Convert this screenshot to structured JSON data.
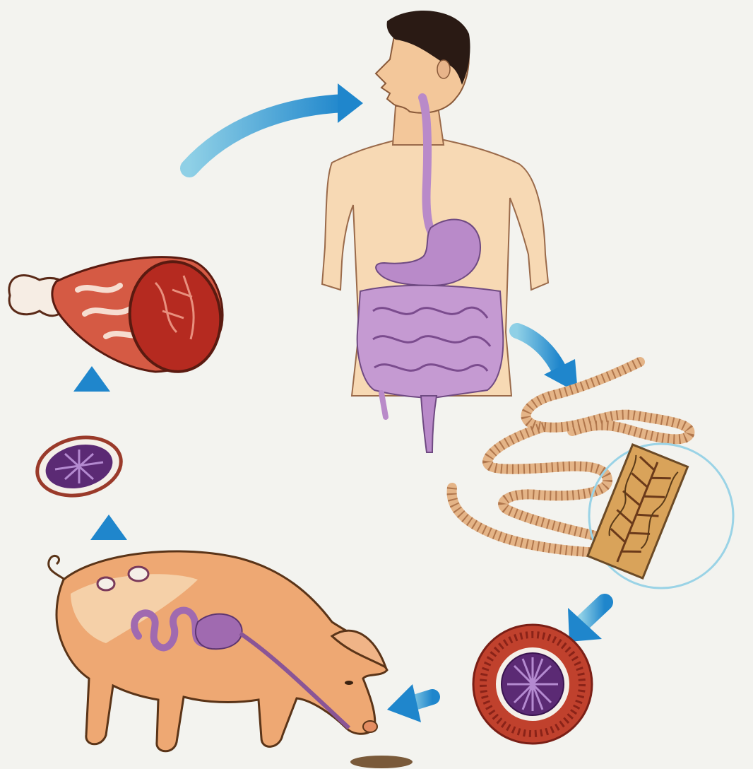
{
  "diagram": {
    "type": "life-cycle",
    "text_labels": [],
    "stages": [
      {
        "id": "human-host",
        "icon": "human-torso-with-digestive-tract"
      },
      {
        "id": "adult-tapeworm",
        "icon": "segmented-worm-with-magnified-proglottid"
      },
      {
        "id": "egg",
        "icon": "ringed-egg"
      },
      {
        "id": "pig-host",
        "icon": "pig-with-digestive-tract"
      },
      {
        "id": "cysticercus",
        "icon": "oval-cyst"
      },
      {
        "id": "pork-meat",
        "icon": "ham-leg"
      }
    ],
    "flow": [
      [
        "pork-meat",
        "human-host"
      ],
      [
        "human-host",
        "adult-tapeworm"
      ],
      [
        "adult-tapeworm",
        "egg"
      ],
      [
        "egg",
        "pig-host"
      ],
      [
        "pig-host",
        "cysticercus"
      ],
      [
        "cysticercus",
        "pork-meat"
      ]
    ],
    "colors": {
      "background": "#f3f3ef",
      "arrow": "#2a8fd0",
      "skin": "#f3c79a",
      "organ": "#b98ac9",
      "meat": "#c0392b",
      "worm": "#e9b98a",
      "pig": "#eea873"
    }
  }
}
